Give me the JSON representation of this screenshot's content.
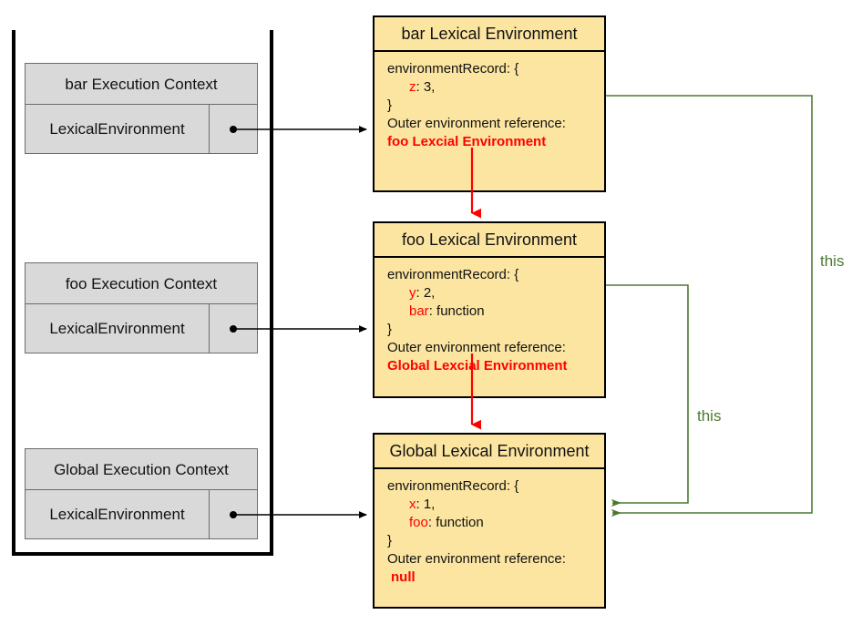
{
  "diagram": {
    "title": "JavaScript Lexical Environment / Scope Chain",
    "colors": {
      "lexical_box_fill": "#fce5a0",
      "lexical_box_border": "#000000",
      "context_box_fill": "#d9d9d9",
      "context_box_border": "#6b6b6b",
      "reference_arrow": "#ff0000",
      "this_arrow": "#4a7a30",
      "pointer_arrow": "#000000",
      "key_text": "#ff0000",
      "body_text": "#111111"
    }
  },
  "call_stack": {
    "name": "execution-context-stack",
    "contexts": [
      {
        "id": "bar",
        "title": "bar Execution Context",
        "row_label": "LexicalEnvironment",
        "port": "pointer-dot"
      },
      {
        "id": "foo",
        "title": "foo Execution Context",
        "row_label": "LexicalEnvironment",
        "port": "pointer-dot"
      },
      {
        "id": "global",
        "title": "Global Execution Context",
        "row_label": "LexicalEnvironment",
        "port": "pointer-dot"
      }
    ]
  },
  "lexical_environments": [
    {
      "id": "bar",
      "title": "bar Lexical Environment",
      "record_open": "environmentRecord: {",
      "bindings": [
        {
          "key": "z",
          "separator": ": ",
          "value": "3,"
        }
      ],
      "record_close": "}",
      "outer_label": "Outer environment reference:",
      "outer_value": "foo Lexcial Environment"
    },
    {
      "id": "foo",
      "title": "foo Lexical Environment",
      "record_open": "environmentRecord: {",
      "bindings": [
        {
          "key": "y",
          "separator": ": ",
          "value": "2,"
        },
        {
          "key": "bar",
          "separator": ": ",
          "value": "function"
        }
      ],
      "record_close": "}",
      "outer_label": "Outer environment reference:",
      "outer_value": "Global Lexcial Environment"
    },
    {
      "id": "global",
      "title": "Global Lexical Environment",
      "record_open": "environmentRecord: {",
      "bindings": [
        {
          "key": "x",
          "separator": ": ",
          "value": "1,"
        },
        {
          "key": "foo",
          "separator": ": ",
          "value": "function"
        }
      ],
      "record_close": "}",
      "outer_label": "Outer environment reference:",
      "outer_value": "null"
    }
  ],
  "annotations": {
    "this_bar": "this",
    "this_foo": "this"
  }
}
